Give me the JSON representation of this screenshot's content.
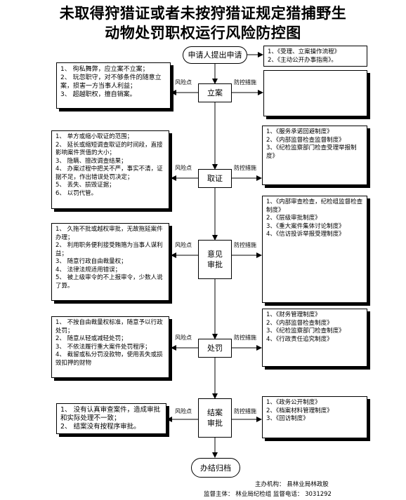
{
  "title": {
    "line1": "未取得狩猎证或者未按狩猎证规定猎捕野生",
    "line2": "动物处罚职权运行风险防控图"
  },
  "labels": {
    "risk_point": "风险点",
    "control_measure": "防控措施"
  },
  "start": "申请人提出申请",
  "start_measures": [
    "1、《受理、立案操作流程》",
    "2、《主动公开办事指南》。"
  ],
  "steps": [
    {
      "name": "立案",
      "risks": [
        "1、 徇私舞弊，应立案不立案；",
        "2、 玩忽职守，对不够条件的随意立案，损害一方当事人利益；",
        "3、 超越职权，擅自销案。"
      ],
      "measures": []
    },
    {
      "name": "取证",
      "risks": [
        "1、 单方或缩小取证的范围；",
        "2、 延长或缩短调查取证的时间段，直接影响案件货值的大小；",
        "3、 隐瞒、擅改调查结果；",
        "4、 办案过程中把关不严，事实不清，证据不足，作出错误处罚决定；",
        "5、 丢失、损毁证据；",
        "6、 以罚代管。"
      ],
      "measures": [
        "1、《服务承诺回避制度》",
        "2、《内部监督检查监督制度》",
        "3、《纪检监察部门检查受理举报制度》"
      ]
    },
    {
      "name": "意见\n审批",
      "risks": [
        "1、 久拖不批或越权审批，无故拖延案件办理；",
        "2、 利用职务便利接受贿赂为当事人谋利益；",
        "3、 随意行政自由裁量权；",
        "4、 法律法规适用错误；",
        "5、 被上级审令的不上报审令，少数人说了算。"
      ],
      "measures": [
        "1、《内部审查检查，纪检组监督检查制度》",
        "2、《层级审批制度》",
        "3、《重大案件集体讨论制度》",
        "4、《信访投诉举报受理制度》"
      ]
    },
    {
      "name": "处罚",
      "risks": [
        "1、 不按自由裁量权标准，随意予以行政处罚；",
        "2、 随意从轻或减轻处罚；",
        "3、 不依法履行重大案件处罚程序；",
        "4、 截留或私分罚没款物，使用丢失或损毁扣押的财物"
      ],
      "measures": [
        "1、《财务管理制度》",
        "2、《内部监督检查制度》",
        "3、《纪检监察部门检查制度》",
        "4、《行政责任追究制度》"
      ]
    },
    {
      "name": "结案\n审批",
      "risks": [
        "1、 没有认真审查案件，造成审批和实际处理不一致；",
        "2、 结案没有按程序审批。"
      ],
      "measures": [
        "1、《政务公开制度》",
        "2、《档案材料管理制度》",
        "3、《回访制度》"
      ]
    }
  ],
  "end": "办结归档",
  "footer": {
    "organizer": "主办机构： 县林业局林政股",
    "supervisor": "监督主体： 林业局纪检组 监督电话： 3031292"
  }
}
